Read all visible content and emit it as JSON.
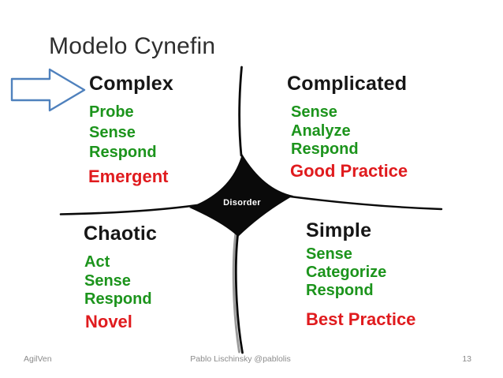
{
  "slide": {
    "title": "Modelo Cynefin",
    "footer": {
      "left": "AgilVen",
      "center": "Pablo Lischinsky @pablolis",
      "page_number": "13"
    }
  },
  "diagram": {
    "center_label": "Disorder",
    "quadrants": [
      {
        "id": "complex",
        "name": "Complex",
        "steps": [
          "Probe",
          "Sense",
          "Respond"
        ],
        "category": "Emergent"
      },
      {
        "id": "complicated",
        "name": "Complicated",
        "steps": [
          "Sense",
          "Analyze",
          "Respond"
        ],
        "category": "Good Practice"
      },
      {
        "id": "chaotic",
        "name": "Chaotic",
        "steps": [
          "Act",
          "Sense",
          "Respond"
        ],
        "category": "Novel"
      },
      {
        "id": "simple",
        "name": "Simple",
        "steps": [
          "Sense",
          "Categorize",
          "Respond"
        ],
        "category": "Best Practice"
      }
    ]
  },
  "icons": {
    "arrow": "right-arrow-icon pointing at Complex quadrant"
  },
  "colors": {
    "green": "#1c941c",
    "red": "#e01b1e",
    "heading": "#161616",
    "title": "#2e2e2e",
    "footer_gray": "#8b8b8b",
    "arrow_blue": "#4f81bd",
    "line_black": "#0a0a0a",
    "shadow_gray": "#9b9b9b",
    "disorder_text": "#ffffff"
  }
}
